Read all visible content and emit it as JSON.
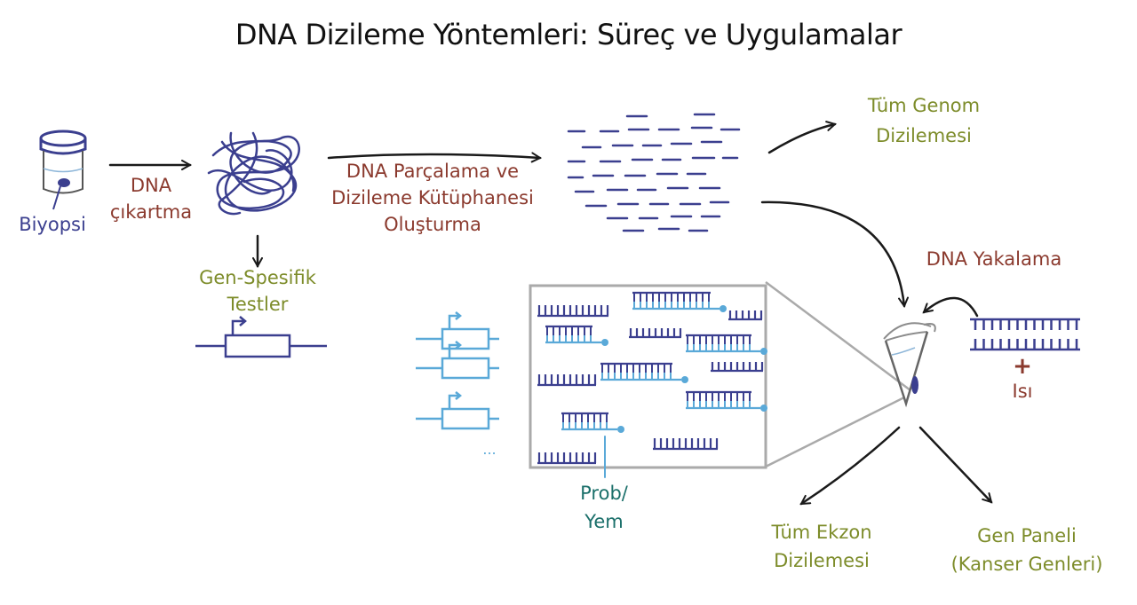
{
  "title": "DNA Dizileme Yöntemleri: Süreç ve Uygulamalar",
  "colors": {
    "dark_blue": "#3b3f8f",
    "light_blue": "#5aa9d8",
    "brown": "#8b3a2e",
    "olive": "#7d8c2a",
    "teal": "#1a6f6a",
    "gray": "#aaaaaa",
    "arrow": "#1a1a1a"
  },
  "labels": {
    "biyopsi": "Biyopsi",
    "dna_extraction": [
      "DNA",
      "çıkartma"
    ],
    "fragmentation": [
      "DNA Parçalama ve",
      "Dizileme Kütüphanesi",
      "Oluşturma"
    ],
    "whole_genome": [
      "Tüm Genom",
      "Dizilemesi"
    ],
    "gene_specific": [
      "Gen-Spesifik",
      "Testler"
    ],
    "dna_capture": "DNA Yakalama",
    "plus": "+",
    "heat": "Isı",
    "probe": [
      "Prob/",
      "Yem"
    ],
    "exome": [
      "Tüm Ekzon",
      "Dizilemesi"
    ],
    "gene_panel": [
      "Gen Paneli",
      "(Kanser Genleri)"
    ],
    "ellipsis": "..."
  }
}
